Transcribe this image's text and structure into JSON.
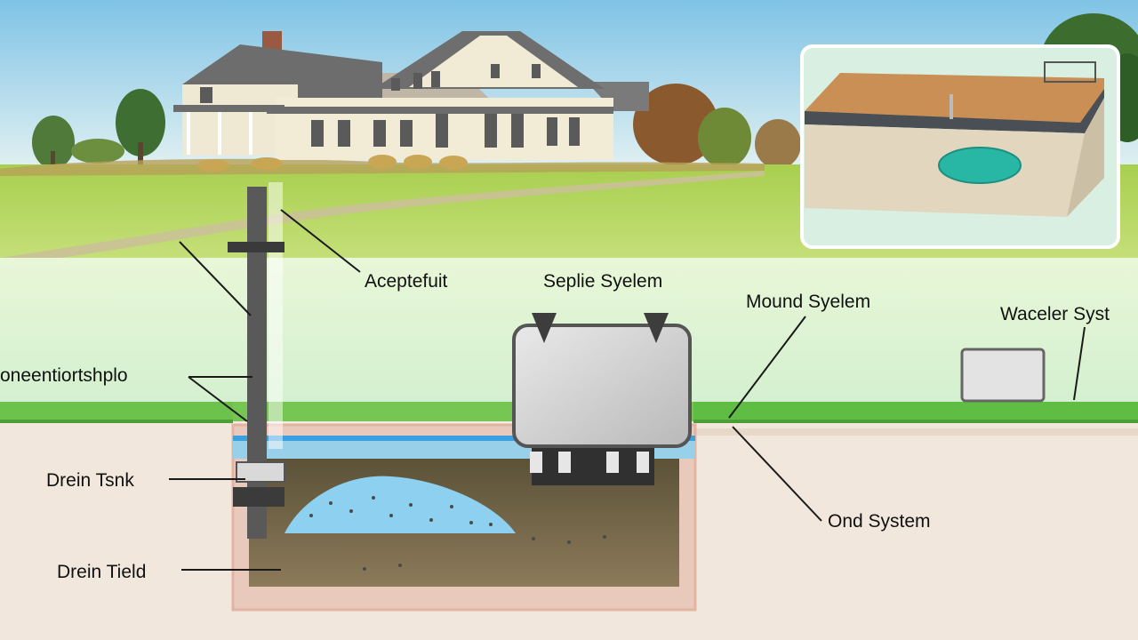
{
  "labels": {
    "aceptefuit": "Aceptefuit",
    "septic_system": "Seplie Syelem",
    "mound_system": "Mound Syelem",
    "waterer_system": "Waceler Syst",
    "conventional": "oneentiortshplo",
    "drein_tank": "Drein Tsnk",
    "drein_field": "Drein Tield",
    "ond_system": "Ond System"
  },
  "colors": {
    "sky": "#bfe0ef",
    "lawn": "#9cc846",
    "ground_band": "#dff3d6",
    "grass_strip": "#6cc24a",
    "soil": "#f1e7dc",
    "water": "#8fd0ef",
    "tank_fill": "#cfcfcf",
    "inset_border": "#ffffff",
    "inset_pad": "#28b7a4"
  }
}
